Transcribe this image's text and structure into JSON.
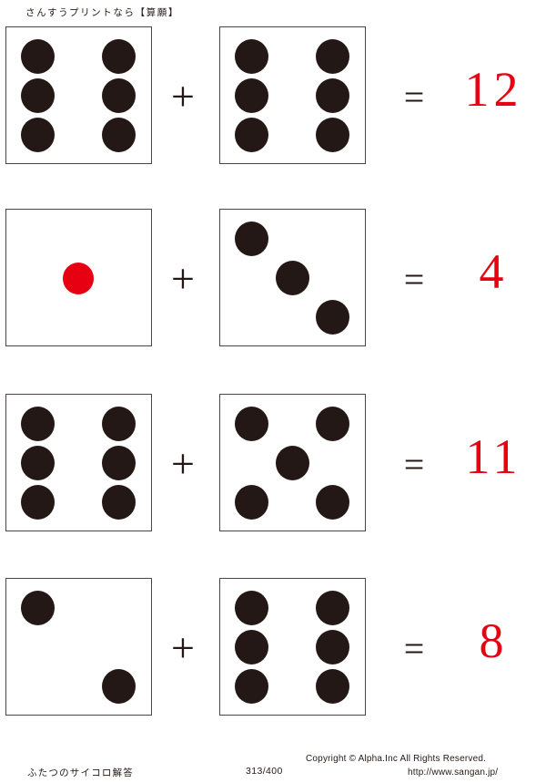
{
  "header": {
    "text": "さんすうプリントなら【算願】"
  },
  "colors": {
    "pip_dark": "#231815",
    "pip_red": "#e60012",
    "answer_red": "#e60012",
    "die_border": "#4d4544",
    "background": "#ffffff"
  },
  "operators": {
    "plus": "+",
    "equals": "="
  },
  "problems": [
    {
      "index": 1,
      "left_die": {
        "value": 6,
        "pips": [
          "top-left",
          "top-right",
          "mid-left",
          "mid-right",
          "bottom-left",
          "bottom-right"
        ],
        "pip_color": "#231815"
      },
      "right_die": {
        "value": 6,
        "pips": [
          "top-left",
          "top-right",
          "mid-left",
          "mid-right",
          "bottom-left",
          "bottom-right"
        ],
        "pip_color": "#231815"
      },
      "operator": "+",
      "equals": "=",
      "answer": "12"
    },
    {
      "index": 2,
      "left_die": {
        "value": 1,
        "pips": [
          "center"
        ],
        "pip_color": "#e60012"
      },
      "right_die": {
        "value": 3,
        "pips": [
          "top-left",
          "center",
          "bottom-right"
        ],
        "pip_color": "#231815"
      },
      "operator": "+",
      "equals": "=",
      "answer": "4"
    },
    {
      "index": 3,
      "left_die": {
        "value": 6,
        "pips": [
          "top-left",
          "top-right",
          "mid-left",
          "mid-right",
          "bottom-left",
          "bottom-right"
        ],
        "pip_color": "#231815"
      },
      "right_die": {
        "value": 5,
        "pips": [
          "top-left",
          "top-right",
          "center",
          "bottom-left",
          "bottom-right"
        ],
        "pip_color": "#231815"
      },
      "operator": "+",
      "equals": "=",
      "answer": "11"
    },
    {
      "index": 4,
      "left_die": {
        "value": 2,
        "pips": [
          "top-left",
          "bottom-right"
        ],
        "pip_color": "#231815"
      },
      "right_die": {
        "value": 6,
        "pips": [
          "top-left",
          "top-right",
          "mid-left",
          "mid-right",
          "bottom-left",
          "bottom-right"
        ],
        "pip_color": "#231815"
      },
      "operator": "+",
      "equals": "=",
      "answer": "8"
    }
  ],
  "footer": {
    "title": "ふたつのサイコロ解答",
    "page": "313/400",
    "copyright": "Copyright ©  Alpha.Inc All Rights Reserved.",
    "url": "http://www.sangan.jp/"
  }
}
